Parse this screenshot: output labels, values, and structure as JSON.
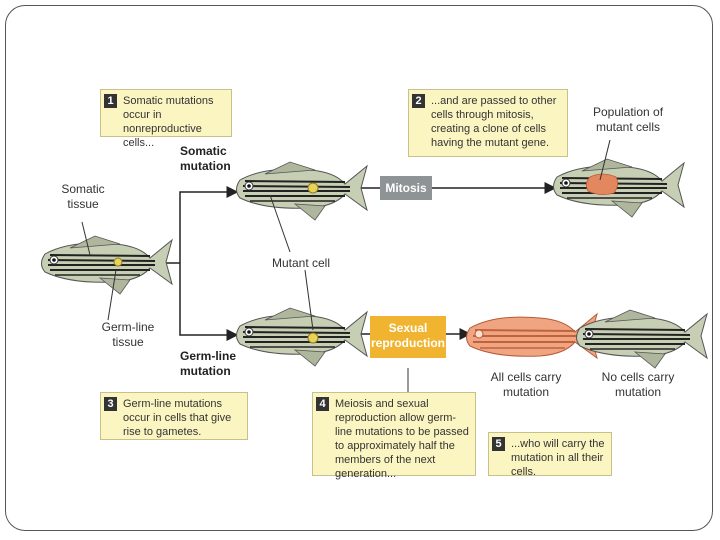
{
  "labels": {
    "somatic_tissue": "Somatic tissue",
    "germline_tissue": "Germ-line tissue",
    "somatic_mutation": "Somatic mutation",
    "germline_mutation": "Germ-line mutation",
    "mutant_cell": "Mutant cell",
    "population": "Population of mutant cells",
    "all_cells": "All cells carry mutation",
    "no_cells": "No cells carry mutation"
  },
  "process": {
    "mitosis": "Mitosis",
    "sexual_reproduction": "Sexual reproduction"
  },
  "notes": [
    {
      "num": "1",
      "text": "Somatic mutations occur in nonreproductive cells..."
    },
    {
      "num": "2",
      "text": "...and are passed to other cells through mitosis, creating a clone of cells having the mutant gene."
    },
    {
      "num": "3",
      "text": "Germ-line mutations occur in cells that give rise to gametes."
    },
    {
      "num": "4",
      "text": "Meiosis and sexual reproduction allow germ-line mutations to be passed to approximately half the members of the next generation..."
    },
    {
      "num": "5",
      "text": "...who will carry the mutation in all their cells."
    }
  ],
  "colors": {
    "note_bg": "#fbf5c2",
    "mitosis_box": "#8e9396",
    "sexual_box": "#f0b431",
    "mutant_highlight": "#e3875f",
    "fish_body": "#c6ceb4"
  }
}
